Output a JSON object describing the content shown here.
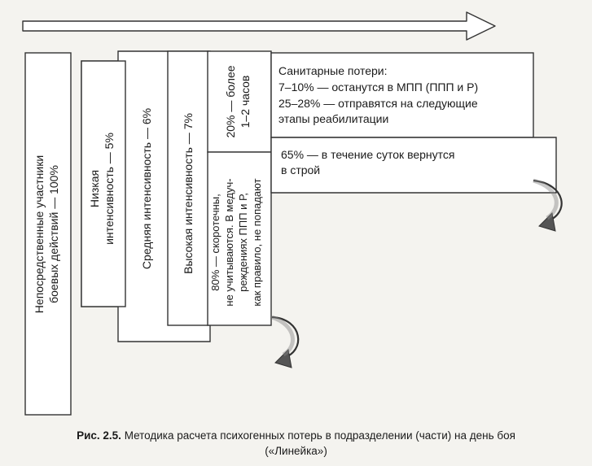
{
  "blocks": {
    "direct": {
      "line1": "Непосредственные участники",
      "line2": "боевых действий — 100%"
    },
    "low": {
      "line1": "Низкая",
      "line2": "интенсивность — 5%"
    },
    "medium": {
      "text": "Средняя интенсивность — 6%"
    },
    "high": {
      "text": "Высокая интенсивность — 7%"
    },
    "more_than": {
      "line1": "20% — более",
      "line2": "1–2 часов"
    },
    "fast": {
      "line1": "80% — скоротечны,",
      "line2": "не учитываются. В медуч-",
      "line3": "реждениях ППП и Р,",
      "line4": "как правило, не попадают"
    }
  },
  "losses": {
    "title": "Санитарные потери:",
    "line1": "7–10% — останутся в МПП (ППП и Р)",
    "line2": "25–28% — отправятся на следующие",
    "line3": "этапы реабилитации"
  },
  "return": {
    "line1": "65% — в течение суток вернутся",
    "line2": "в строй"
  },
  "caption": {
    "label": "Рис. 2.5.",
    "text": "Методика расчета психогенных потерь в подразделении (части) на день боя",
    "line2": "(«Линейка»)"
  },
  "colors": {
    "stroke": "#333333",
    "fill": "#ffffff",
    "background": "#f4f3ef"
  }
}
